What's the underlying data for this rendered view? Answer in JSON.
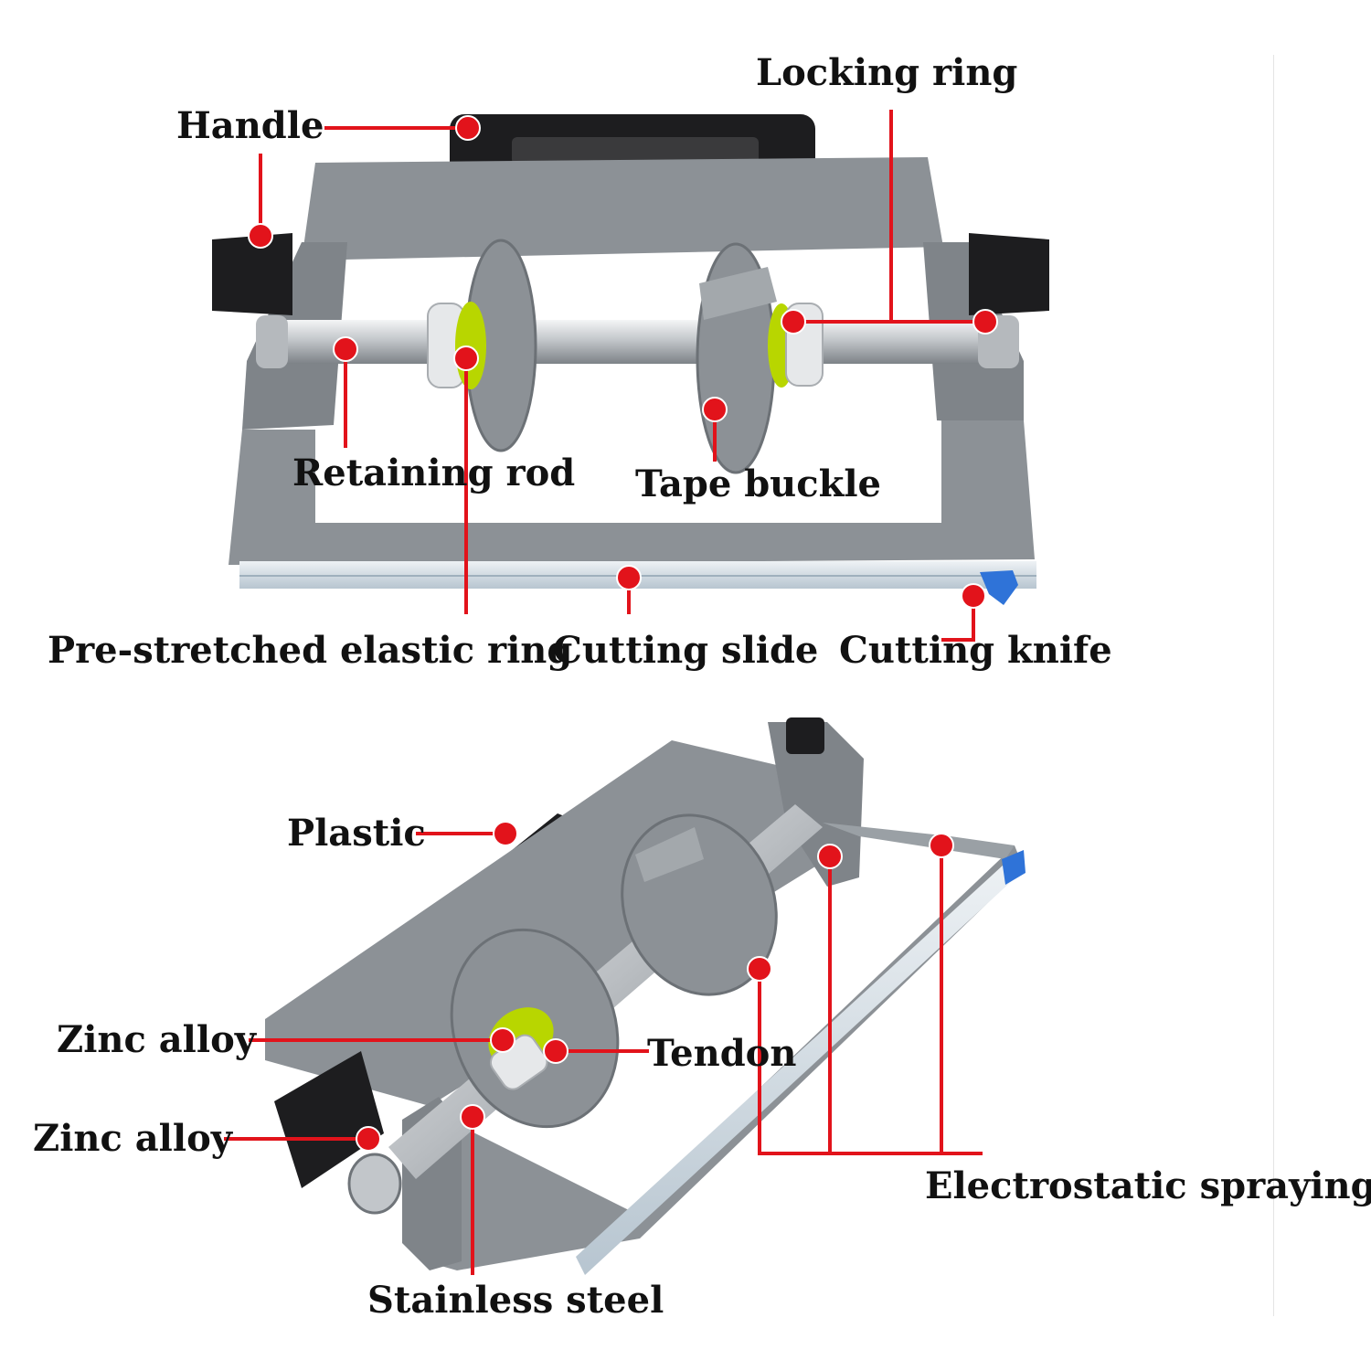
{
  "colors": {
    "callout": "#e2131b",
    "frame": "#8c9196",
    "frame_dark": "#5f6368",
    "rod": "#d4d7da",
    "handle": "#1d1d1f",
    "bearing_ring": "#b8d600",
    "slide_edge": "#c9d6e0",
    "knife": "#2f73d8"
  },
  "labels": {
    "handle": "Handle",
    "locking_ring": "Locking ring",
    "retaining_rod": "Retaining rod",
    "tape_buckle": "Tape buckle",
    "pre_stretched_elastic_ring": "Pre-stretched elastic ring",
    "cutting_slide": "Cutting slide",
    "cutting_knife": "Cutting knife",
    "plastic": "Plastic",
    "zinc_alloy_1": "Zinc alloy",
    "zinc_alloy_2": "Zinc alloy",
    "tendon": "Tendon",
    "electrostatic_spraying": "Electrostatic spraying",
    "stainless_steel": "Stainless steel"
  }
}
